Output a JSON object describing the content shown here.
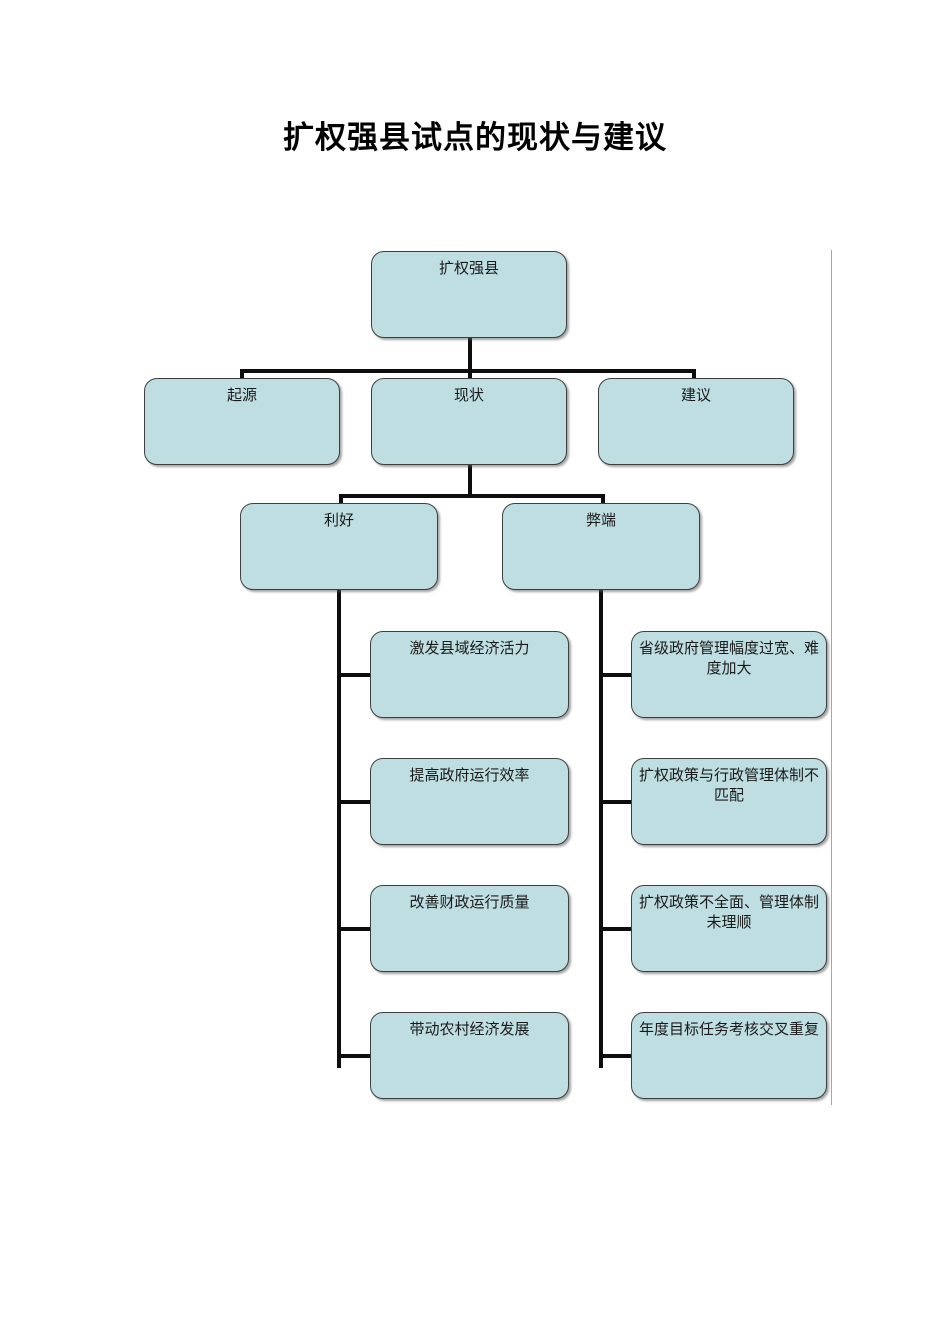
{
  "page": {
    "title": "扩权强县试点的现状与建议",
    "background_color": "#ffffff"
  },
  "theme": {
    "node_fill": "#bfdee2",
    "node_border": "#3f3f3f",
    "connector_color": "#0d0d0d",
    "text_color": "#1a1a1a",
    "canvas_edge_color": "#a6a6a6"
  },
  "chart_data": {
    "type": "diagram",
    "diagram_kind": "org-chart",
    "title": "扩权强县试点的现状与建议",
    "nodes": [
      {
        "id": "root",
        "label": "扩权强县",
        "level": 0
      },
      {
        "id": "origin",
        "label": "起源",
        "level": 1
      },
      {
        "id": "status",
        "label": "现状",
        "level": 1
      },
      {
        "id": "advice",
        "label": "建议",
        "level": 1
      },
      {
        "id": "pros",
        "label": "利好",
        "level": 2
      },
      {
        "id": "cons",
        "label": "弊端",
        "level": 2
      },
      {
        "id": "pro1",
        "label": "激发县域经济活力",
        "level": 3
      },
      {
        "id": "pro2",
        "label": "提高政府运行效率",
        "level": 3
      },
      {
        "id": "pro3",
        "label": "改善财政运行质量",
        "level": 3
      },
      {
        "id": "pro4",
        "label": "带动农村经济发展",
        "level": 3
      },
      {
        "id": "con1",
        "label": "省级政府管理幅度过宽、难度加大",
        "level": 3
      },
      {
        "id": "con2",
        "label": "扩权政策与行政管理体制不匹配",
        "level": 3
      },
      {
        "id": "con3",
        "label": "扩权政策不全面、管理体制未理顺",
        "level": 3
      },
      {
        "id": "con4",
        "label": "年度目标任务考核交叉重复",
        "level": 3
      }
    ],
    "edges": [
      {
        "from": "root",
        "to": "origin"
      },
      {
        "from": "root",
        "to": "status"
      },
      {
        "from": "root",
        "to": "advice"
      },
      {
        "from": "status",
        "to": "pros"
      },
      {
        "from": "status",
        "to": "cons"
      },
      {
        "from": "pros",
        "to": "pro1"
      },
      {
        "from": "pros",
        "to": "pro2"
      },
      {
        "from": "pros",
        "to": "pro3"
      },
      {
        "from": "pros",
        "to": "pro4"
      },
      {
        "from": "cons",
        "to": "con1"
      },
      {
        "from": "cons",
        "to": "con2"
      },
      {
        "from": "cons",
        "to": "con3"
      },
      {
        "from": "cons",
        "to": "con4"
      }
    ]
  },
  "nodes": {
    "root": {
      "label": "扩权强县"
    },
    "origin": {
      "label": "起源"
    },
    "status": {
      "label": "现状"
    },
    "advice": {
      "label": "建议"
    },
    "pros": {
      "label": "利好"
    },
    "cons": {
      "label": "弊端"
    },
    "pro1": {
      "label": "激发县域经济活力"
    },
    "pro2": {
      "label": "提高政府运行效率"
    },
    "pro3": {
      "label": "改善财政运行质量"
    },
    "pro4": {
      "label": "带动农村经济发展"
    },
    "con1": {
      "label": "省级政府管理幅度过宽、难度加大"
    },
    "con2": {
      "label": "扩权政策与行政管理体制不匹配"
    },
    "con3": {
      "label": "扩权政策不全面、管理体制未理顺"
    },
    "con4": {
      "label": "年度目标任务考核交叉重复"
    }
  }
}
